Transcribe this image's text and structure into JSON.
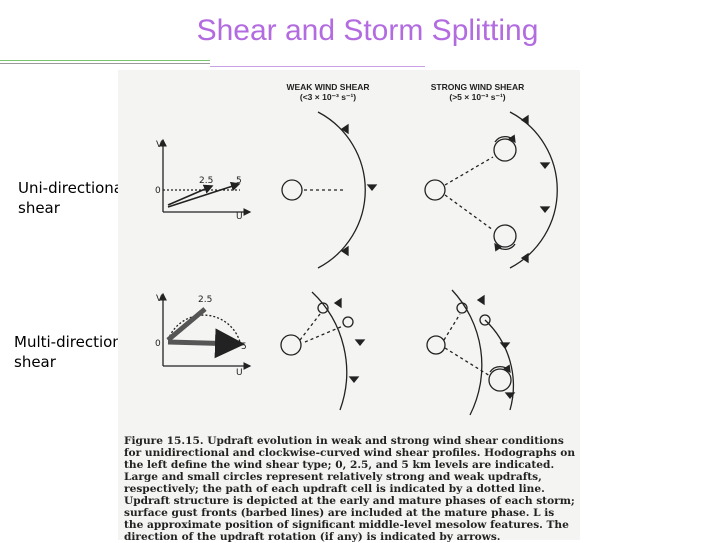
{
  "slide": {
    "title": "Shear and Storm Splitting",
    "title_color": "#b36be0",
    "labels": {
      "uni": "Uni-directional\nshear",
      "multi": "Multi-directional\nshear"
    }
  },
  "figure": {
    "weak_header_line1": "WEAK WIND SHEAR",
    "weak_header_line2": "(<3 × 10⁻³ s⁻¹)",
    "strong_header_line1": "STRONG WIND SHEAR",
    "strong_header_line2": "(>5 × 10⁻³ s⁻¹)",
    "axis_v": "V",
    "axis_u": "U",
    "origin": "0",
    "level_mid": "2.5",
    "level_top": "5",
    "caption_fig": "Figure 15.15.",
    "caption_text": "Updraft evolution in weak and strong wind shear conditions for unidirectional and clockwise-curved wind shear profiles. Hodographs on the left define the wind shear type; 0, 2.5, and 5 km levels are indicated. Large and small circles represent relatively strong and weak updrafts, respectively; the path of each updraft cell is indicated by a dotted line. Updraft structure is depicted at the early and mature phases of each storm; surface gust fronts (barbed lines) are included at the mature phase. L is the approximate position of significant middle-level mesolow features. The direction of the updraft rotation (if any) is indicated by arrows."
  }
}
